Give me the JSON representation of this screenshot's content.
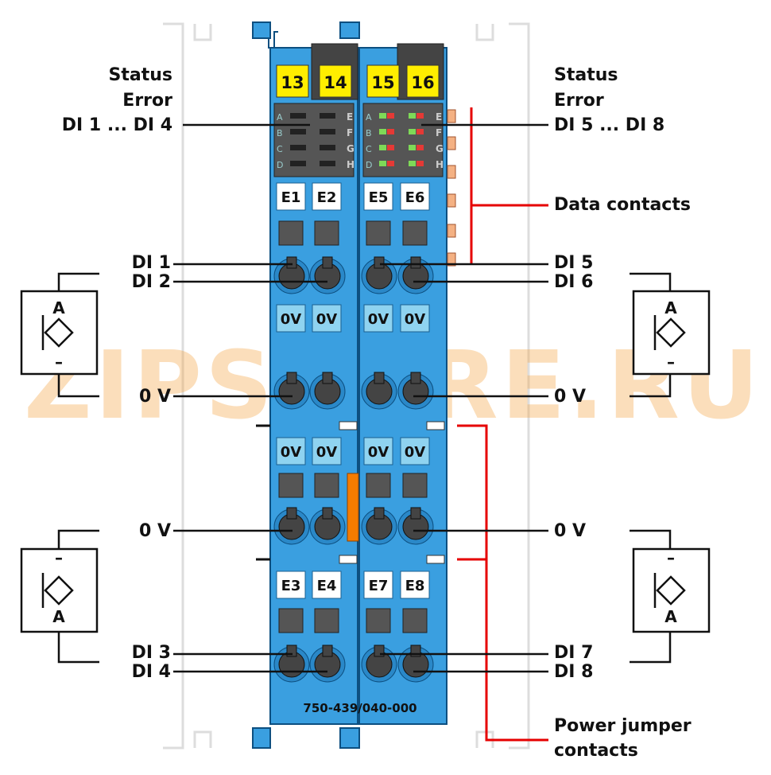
{
  "module": {
    "part_number": "750-439/040-000",
    "terminal_numbers": [
      "13",
      "14",
      "15",
      "16"
    ],
    "led_rows_left": [
      "A",
      "B",
      "C",
      "D"
    ],
    "led_rows_right": [
      "E",
      "F",
      "G",
      "H"
    ],
    "markers_top": [
      "E1",
      "E2",
      "E5",
      "E6"
    ],
    "markers_bottom": [
      "E3",
      "E4",
      "E7",
      "E8"
    ],
    "zero_v_marker": "0V",
    "colors": {
      "body": "#3a9fe0",
      "dark": "#2a88c8",
      "marker_yellow": "#ffee00",
      "red_bracket": "#e60000",
      "led_green": "#7ed957",
      "led_red": "#e53935",
      "orange": "#f57c00"
    }
  },
  "labels": {
    "status_left": "Status",
    "error_left": "Error",
    "di1_4": "DI 1 ... DI 4",
    "status_right": "Status",
    "error_right": "Error",
    "di5_8": "DI 5 ... DI 8",
    "data_contacts": "Data contacts",
    "di1": "DI 1",
    "di2": "DI 2",
    "di5": "DI 5",
    "di6": "DI 6",
    "ov_left_1": "0 V",
    "ov_right_1": "0 V",
    "ov_left_2": "0 V",
    "ov_right_2": "0 V",
    "di3": "DI 3",
    "di4": "DI 4",
    "di7": "DI 7",
    "di8": "DI 8",
    "power_jumper_1": "Power jumper",
    "power_jumper_2": "contacts"
  },
  "sensors": {
    "a_label": "A",
    "minus_label": "–"
  },
  "watermark": "ZIPSTORE.RU"
}
